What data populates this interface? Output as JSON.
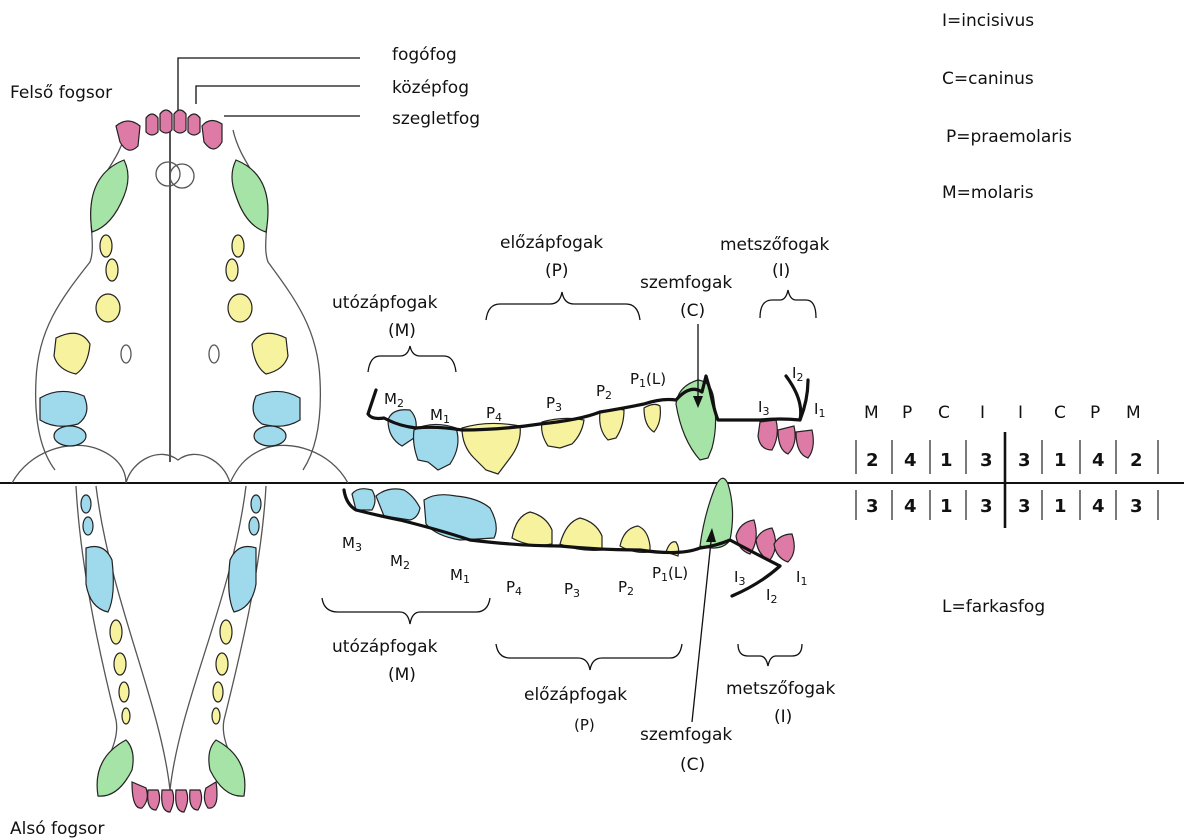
{
  "colors": {
    "incisor": "#de7aa6",
    "canine": "#a6e3a6",
    "premolar": "#f6f29e",
    "molar": "#9fd9ec",
    "num_molar": "#2c4fa0",
    "num_premolar": "#e7a431",
    "num_canine": "#2e8b3a",
    "num_incisor": "#c23a86"
  },
  "legend": {
    "incisor": "I=incisivus",
    "canine": "C=caninus",
    "premolar": "P=praemolaris",
    "molar": "M=molaris",
    "wolf": "L=farkasfog"
  },
  "skull": {
    "upper_title": "Felső fogsor",
    "lower_title": "Alsó fogsor",
    "callout_1": "fogófog",
    "callout_2": "középfog",
    "callout_3": "szegletfog"
  },
  "upper_jaw": {
    "group_molar": "utózápfogak",
    "group_molar_abbr": "(M)",
    "group_premolar": "előzápfogak",
    "group_premolar_abbr": "(P)",
    "group_canine": "szemfogak",
    "group_canine_abbr": "(C)",
    "group_incisor": "metszőfogak",
    "group_incisor_abbr": "(I)",
    "teeth": [
      {
        "letter": "M",
        "sub": "2",
        "tail": ""
      },
      {
        "letter": "M",
        "sub": "1",
        "tail": ""
      },
      {
        "letter": "P",
        "sub": "4",
        "tail": ""
      },
      {
        "letter": "P",
        "sub": "3",
        "tail": ""
      },
      {
        "letter": "P",
        "sub": "2",
        "tail": ""
      },
      {
        "letter": "P",
        "sub": "1",
        "tail": "(L)"
      },
      {
        "letter": "I",
        "sub": "3",
        "tail": ""
      },
      {
        "letter": "I",
        "sub": "2",
        "tail": ""
      },
      {
        "letter": "I",
        "sub": "1",
        "tail": ""
      }
    ]
  },
  "lower_jaw": {
    "group_molar": "utózápfogak",
    "group_molar_abbr": "(M)",
    "group_premolar": "előzápfogak",
    "group_premolar_abbr": "(P)",
    "group_canine": "szemfogak",
    "group_canine_abbr": "(C)",
    "group_incisor": "metszőfogak",
    "group_incisor_abbr": "(I)",
    "teeth": [
      {
        "letter": "M",
        "sub": "3",
        "tail": ""
      },
      {
        "letter": "M",
        "sub": "2",
        "tail": ""
      },
      {
        "letter": "M",
        "sub": "1",
        "tail": ""
      },
      {
        "letter": "P",
        "sub": "4",
        "tail": ""
      },
      {
        "letter": "P",
        "sub": "3",
        "tail": ""
      },
      {
        "letter": "P",
        "sub": "2",
        "tail": ""
      },
      {
        "letter": "P",
        "sub": "1",
        "tail": "(L)"
      },
      {
        "letter": "I",
        "sub": "3",
        "tail": ""
      },
      {
        "letter": "I",
        "sub": "2",
        "tail": ""
      },
      {
        "letter": "I",
        "sub": "1",
        "tail": ""
      }
    ]
  },
  "formula": {
    "headers": [
      "M",
      "P",
      "C",
      "I",
      "I",
      "C",
      "P",
      "M"
    ],
    "upper": [
      "2",
      "4",
      "1",
      "3",
      "3",
      "1",
      "4",
      "2"
    ],
    "lower": [
      "3",
      "4",
      "1",
      "3",
      "3",
      "1",
      "4",
      "3"
    ]
  }
}
